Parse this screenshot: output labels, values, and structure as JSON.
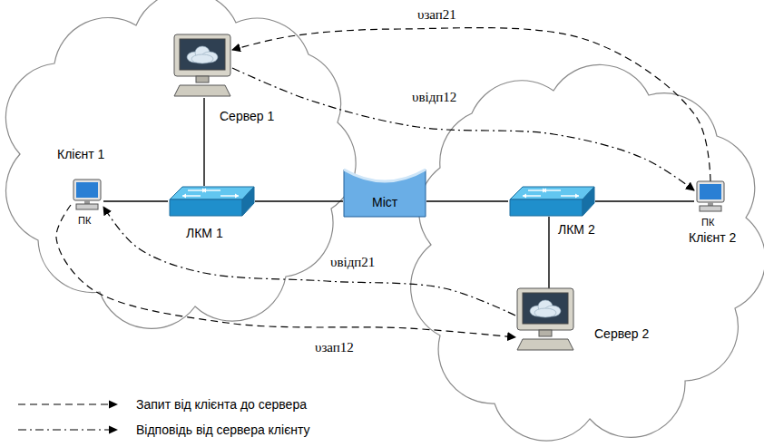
{
  "diagram": {
    "nodes": [
      {
        "text": [
          "Сервер 1"
        ]
      },
      {
        "text": [
          "Клієнт 1",
          "ПК"
        ]
      },
      {
        "text": [
          "ЛКМ 1"
        ]
      },
      {
        "text": [
          "Міст"
        ]
      },
      {
        "text": [
          "ЛКМ 2"
        ]
      },
      {
        "text": [
          "ПК",
          "Клієнт 2"
        ]
      },
      {
        "text": [
          "Сервер 2"
        ]
      }
    ],
    "edges": [
      {
        "from": 0,
        "to": 2,
        "arrow": "none"
      },
      {
        "from": 1,
        "to": 2,
        "arrow": "none"
      },
      {
        "from": 2,
        "to": 3,
        "arrow": "none"
      },
      {
        "from": 3,
        "to": 4,
        "arrow": "none"
      },
      {
        "from": 4,
        "to": 5,
        "arrow": "none"
      },
      {
        "from": 4,
        "to": 6,
        "arrow": "none"
      },
      {
        "from": 5,
        "to": 0,
        "arrow": "to",
        "label": "υзап21"
      },
      {
        "from": 0,
        "to": 5,
        "arrow": "to",
        "label": "υвідп12"
      },
      {
        "from": 6,
        "to": 1,
        "arrow": "to",
        "label": "υвідп21"
      },
      {
        "from": 1,
        "to": 6,
        "arrow": "to",
        "label": "υзап12"
      }
    ],
    "legend": [
      {
        "text": "Запит від клієнта до сервера"
      },
      {
        "text": "Відповідь від сервера клієнту"
      }
    ]
  }
}
